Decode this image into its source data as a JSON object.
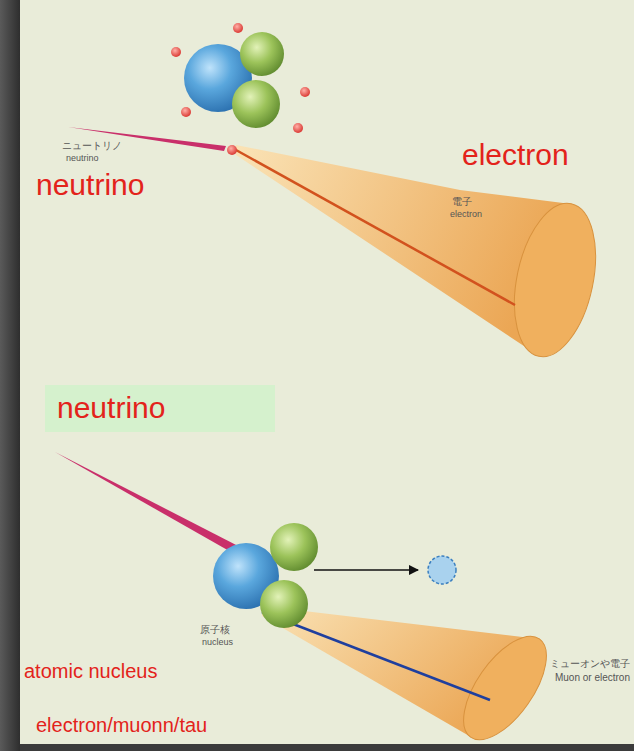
{
  "diagram": {
    "nodes": [
      {
        "text": [
          "neutrino"
        ]
      }
    ],
    "labels": [
      "ニュートリノ",
      "neutrino",
      "neutrino",
      "電子",
      "electron",
      "electron",
      "原子核",
      "nucleus",
      "atomic nucleus",
      "ミューオンや電子",
      "Muon or electron",
      "electron/muonn/tau"
    ]
  }
}
